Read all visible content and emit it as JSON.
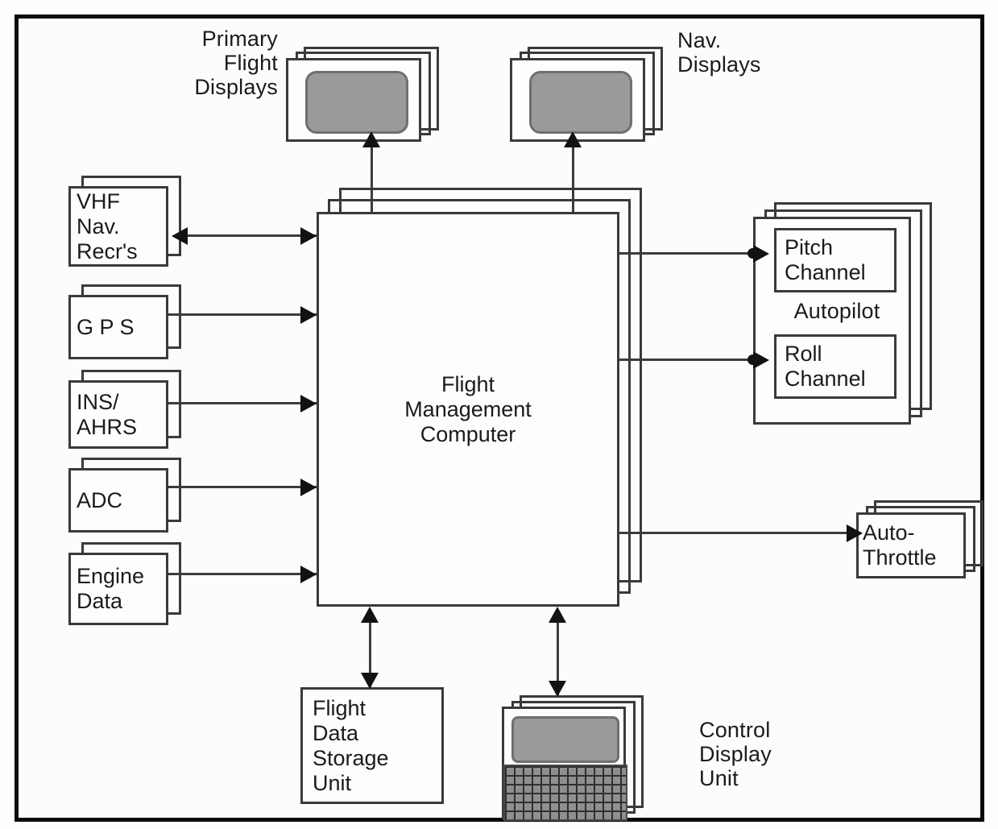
{
  "diagram": {
    "title": "Flight Management System block diagram",
    "colors": {
      "frame": "#0b0b0b",
      "box_outline": "#3a3a3a",
      "screen_fill": "#9a9a9a",
      "keypad_fill": "#8f8f8f",
      "arrow": "#121212",
      "background": "#ffffff",
      "text": "#1b1b1b"
    }
  },
  "labels": {
    "primary_flight_displays": "Primary\nFlight\nDisplays",
    "nav_displays": "Nav.\nDisplays",
    "autopilot": "Autopilot",
    "control_display_unit": "Control\nDisplay\nUnit"
  },
  "nodes": {
    "fmc": "Flight\nManagement\nComputer",
    "vhf_nav": "VHF\nNav.\nRecr's",
    "gps": "G P S",
    "ins_ahrs": "INS/\nAHRS",
    "adc": "ADC",
    "engine_data": "Engine\nData",
    "pitch_channel": "Pitch\nChannel",
    "roll_channel": "Roll\nChannel",
    "auto_throttle": "Auto-\nThrottle",
    "flight_data_storage": "Flight\nData\nStorage\nUnit"
  },
  "connections": [
    {
      "from": "vhf_nav",
      "to": "fmc",
      "direction": "bidirectional"
    },
    {
      "from": "gps",
      "to": "fmc",
      "direction": "to-fmc"
    },
    {
      "from": "ins_ahrs",
      "to": "fmc",
      "direction": "to-fmc"
    },
    {
      "from": "adc",
      "to": "fmc",
      "direction": "to-fmc"
    },
    {
      "from": "engine_data",
      "to": "fmc",
      "direction": "to-fmc"
    },
    {
      "from": "fmc",
      "to": "primary_flight_displays",
      "direction": "from-fmc"
    },
    {
      "from": "fmc",
      "to": "nav_displays",
      "direction": "from-fmc"
    },
    {
      "from": "fmc",
      "to": "pitch_channel",
      "direction": "from-fmc"
    },
    {
      "from": "fmc",
      "to": "roll_channel",
      "direction": "from-fmc"
    },
    {
      "from": "fmc",
      "to": "auto_throttle",
      "direction": "from-fmc"
    },
    {
      "from": "fmc",
      "to": "flight_data_storage",
      "direction": "bidirectional"
    },
    {
      "from": "fmc",
      "to": "control_display_unit",
      "direction": "bidirectional"
    }
  ]
}
